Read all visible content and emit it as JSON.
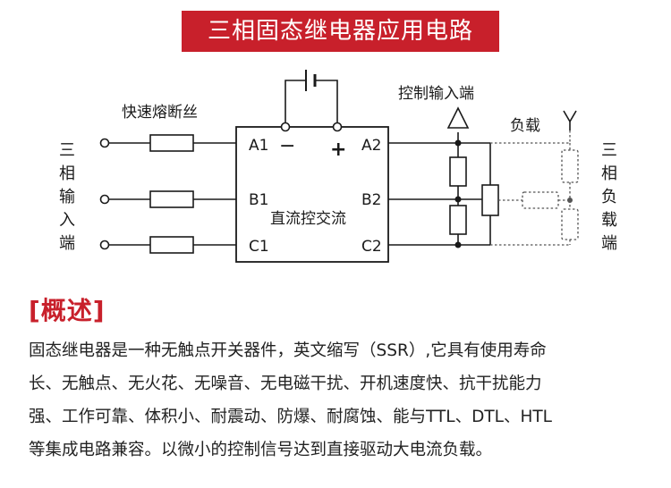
{
  "banner": {
    "title": "三相固态继电器应用电路"
  },
  "diagram": {
    "fuse_label": "快速熔断丝",
    "input_side_label": [
      "三",
      "相",
      "输",
      "入",
      "端"
    ],
    "load_side_label": [
      "三",
      "相",
      "负",
      "载",
      "端"
    ],
    "control_input_label": "控制输入端",
    "load_label": "负载",
    "ssr_inner_label": "直流控交流",
    "terminals": {
      "a1": "A1",
      "b1": "B1",
      "c1": "C1",
      "a2": "A2",
      "b2": "B2",
      "c2": "C2",
      "minus": "−",
      "plus": "+"
    }
  },
  "overview": {
    "heading": "[概述]",
    "lines": [
      "固态继电器是一种无触点开关器件，英文缩写（SSR）,它具有使用寿命",
      "长、无触点、无火花、无噪音、无电磁干扰、开机速度快、抗干扰能力",
      "强、工作可靠、体积小、耐震动、防爆、耐腐蚀、能与TTL、DTL、HTL",
      "等集成电路兼容。以微小的控制信号达到直接驱动大电流负载。"
    ]
  }
}
